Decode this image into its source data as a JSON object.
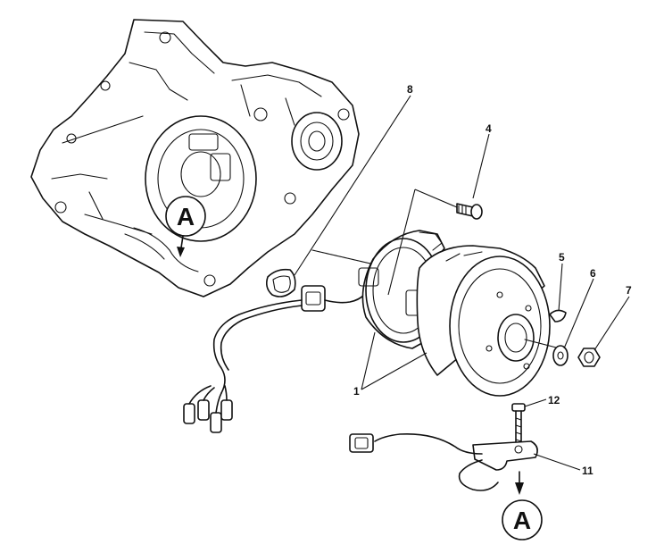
{
  "callouts": {
    "c1": "1",
    "c4": "4",
    "c5": "5",
    "c6": "6",
    "c7": "7",
    "c8": "8",
    "c11": "11",
    "c12": "12"
  },
  "view_markers": {
    "upper": "A",
    "lower": "A"
  }
}
